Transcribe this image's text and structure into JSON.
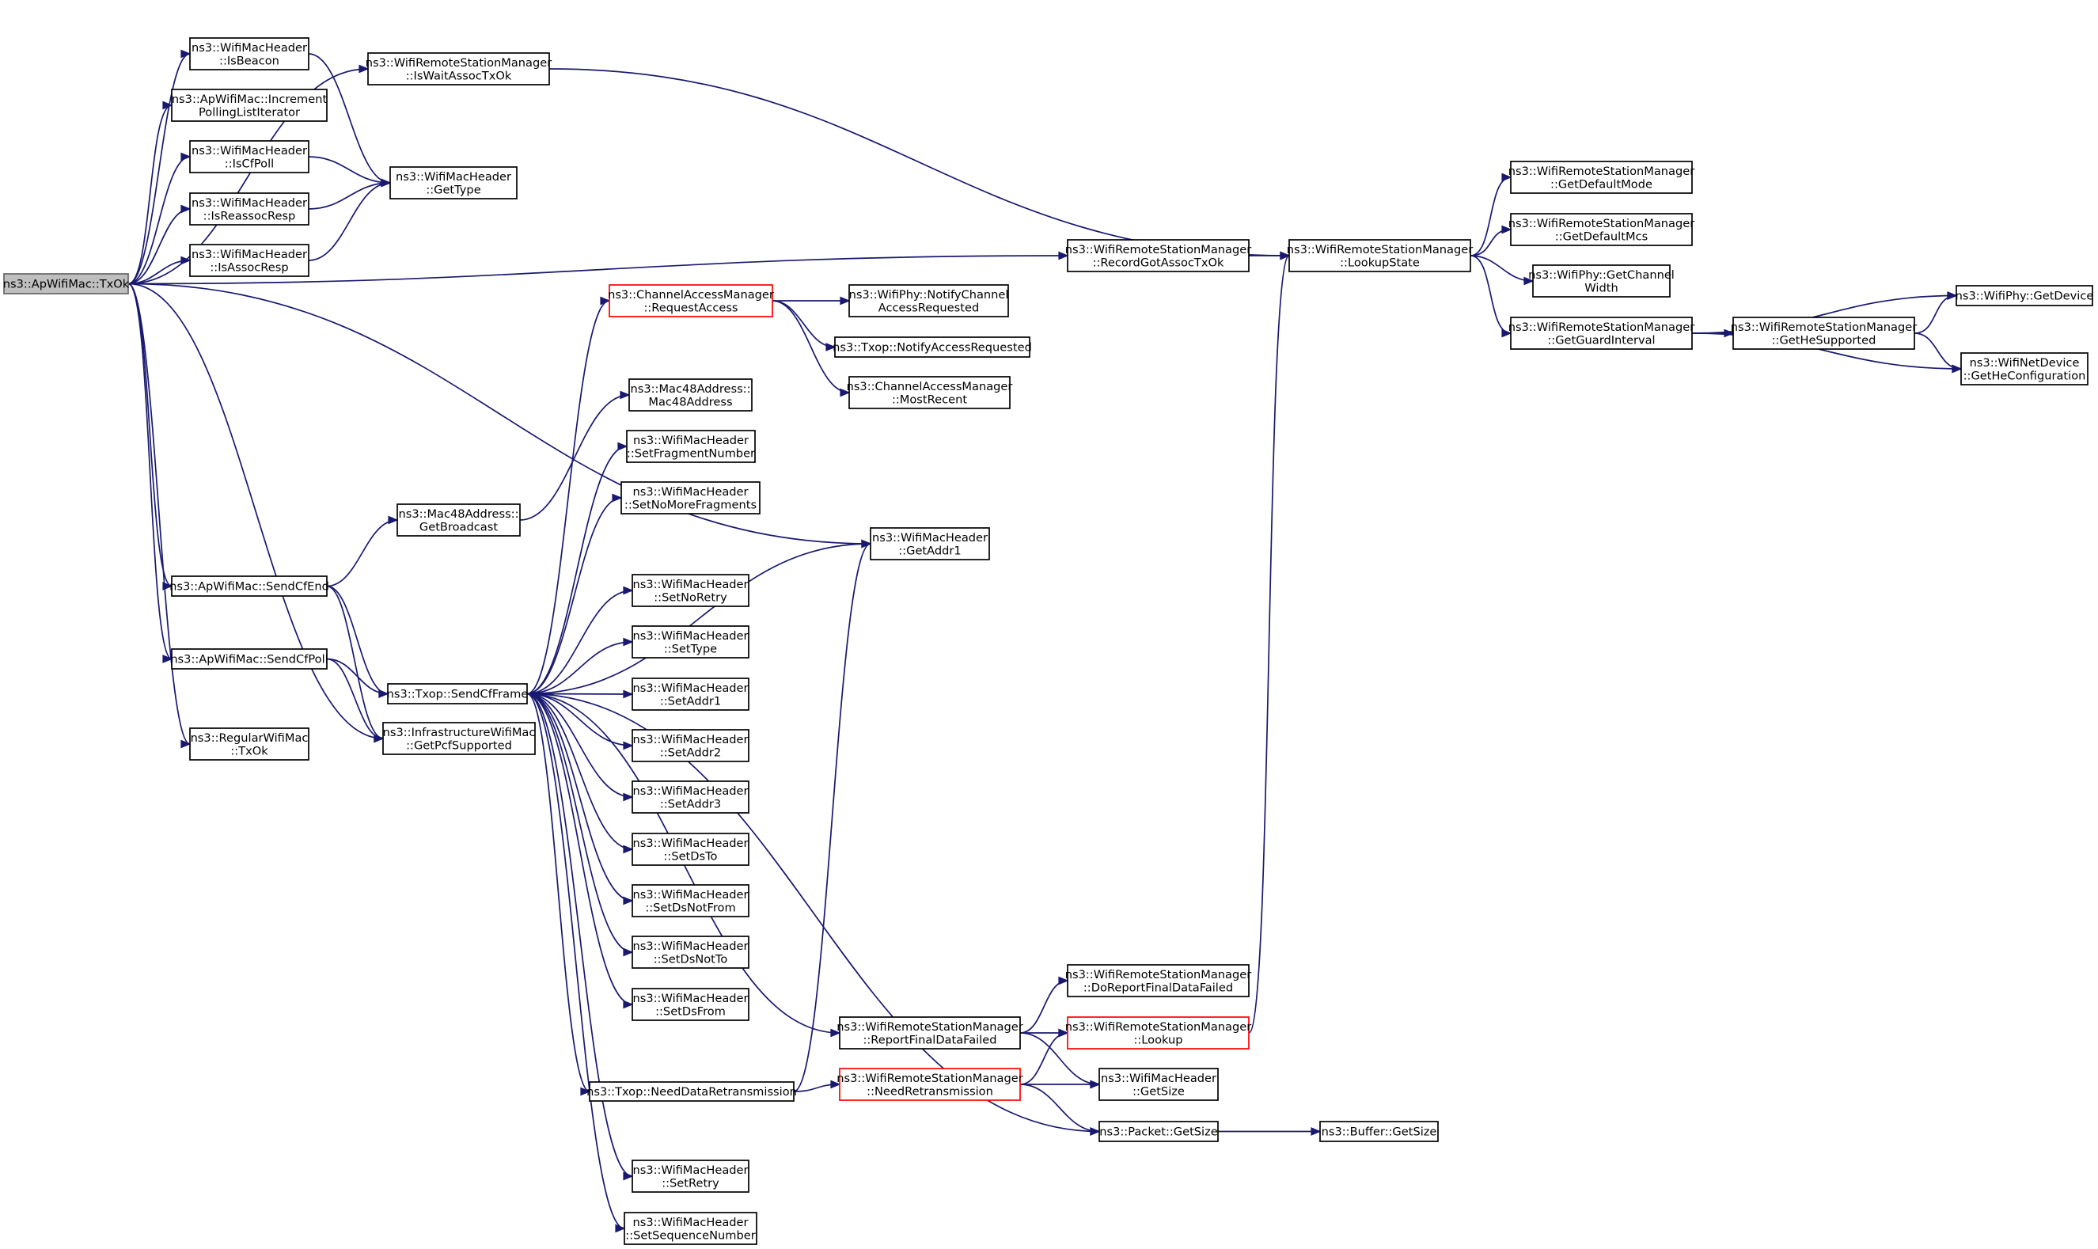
{
  "nodes": [
    {
      "id": "root",
      "lines": [
        "ns3::ApWifiMac::TxOk"
      ],
      "root": true
    },
    {
      "id": "isbeacon",
      "lines": [
        "ns3::WifiMacHeader",
        "::IsBeacon"
      ]
    },
    {
      "id": "incpoll",
      "lines": [
        "ns3::ApWifiMac::Increment",
        "PollingListIterator"
      ]
    },
    {
      "id": "iscfpoll",
      "lines": [
        "ns3::WifiMacHeader",
        "::IsCfPoll"
      ]
    },
    {
      "id": "isreassoc",
      "lines": [
        "ns3::WifiMacHeader",
        "::IsReassocResp"
      ]
    },
    {
      "id": "isassoc",
      "lines": [
        "ns3::WifiMacHeader",
        "::IsAssocResp"
      ]
    },
    {
      "id": "iswait",
      "lines": [
        "ns3::WifiRemoteStationManager",
        "::IsWaitAssocTxOk"
      ]
    },
    {
      "id": "gettype",
      "lines": [
        "ns3::WifiMacHeader",
        "::GetType"
      ]
    },
    {
      "id": "sendcfend",
      "lines": [
        "ns3::ApWifiMac::SendCfEnd"
      ]
    },
    {
      "id": "sendcfpoll",
      "lines": [
        "ns3::ApWifiMac::SendCfPoll"
      ]
    },
    {
      "id": "regtxok",
      "lines": [
        "ns3::RegularWifiMac",
        "::TxOk"
      ]
    },
    {
      "id": "getbcast",
      "lines": [
        "ns3::Mac48Address::",
        "GetBroadcast"
      ]
    },
    {
      "id": "sendcfframe",
      "lines": [
        "ns3::Txop::SendCfFrame"
      ]
    },
    {
      "id": "getpcf",
      "lines": [
        "ns3::InfrastructureWifiMac",
        "::GetPcfSupported"
      ]
    },
    {
      "id": "reqaccess",
      "lines": [
        "ns3::ChannelAccessManager",
        "::RequestAccess"
      ],
      "red": true
    },
    {
      "id": "mac48",
      "lines": [
        "ns3::Mac48Address::",
        "Mac48Address"
      ]
    },
    {
      "id": "setfrag",
      "lines": [
        "ns3::WifiMacHeader",
        "::SetFragmentNumber"
      ]
    },
    {
      "id": "setnomore",
      "lines": [
        "ns3::WifiMacHeader",
        "::SetNoMoreFragments"
      ]
    },
    {
      "id": "setnoretry",
      "lines": [
        "ns3::WifiMacHeader",
        "::SetNoRetry"
      ]
    },
    {
      "id": "settype",
      "lines": [
        "ns3::WifiMacHeader",
        "::SetType"
      ]
    },
    {
      "id": "setaddr1",
      "lines": [
        "ns3::WifiMacHeader",
        "::SetAddr1"
      ]
    },
    {
      "id": "setaddr2",
      "lines": [
        "ns3::WifiMacHeader",
        "::SetAddr2"
      ]
    },
    {
      "id": "setaddr3",
      "lines": [
        "ns3::WifiMacHeader",
        "::SetAddr3"
      ]
    },
    {
      "id": "setdsto",
      "lines": [
        "ns3::WifiMacHeader",
        "::SetDsTo"
      ]
    },
    {
      "id": "setdsnotfrom",
      "lines": [
        "ns3::WifiMacHeader",
        "::SetDsNotFrom"
      ]
    },
    {
      "id": "setdsnotto",
      "lines": [
        "ns3::WifiMacHeader",
        "::SetDsNotTo"
      ]
    },
    {
      "id": "setdsfrom",
      "lines": [
        "ns3::WifiMacHeader",
        "::SetDsFrom"
      ]
    },
    {
      "id": "needdataretx",
      "lines": [
        "ns3::Txop::NeedDataRetransmission"
      ]
    },
    {
      "id": "setretry",
      "lines": [
        "ns3::WifiMacHeader",
        "::SetRetry"
      ]
    },
    {
      "id": "setseq",
      "lines": [
        "ns3::WifiMacHeader",
        "::SetSequenceNumber"
      ]
    },
    {
      "id": "notifychan",
      "lines": [
        "ns3::WifiPhy::NotifyChannel",
        "AccessRequested"
      ]
    },
    {
      "id": "notifyaccess",
      "lines": [
        "ns3::Txop::NotifyAccessRequested"
      ]
    },
    {
      "id": "mostrecent",
      "lines": [
        "ns3::ChannelAccessManager",
        "::MostRecent"
      ]
    },
    {
      "id": "getaddr1",
      "lines": [
        "ns3::WifiMacHeader",
        "::GetAddr1"
      ]
    },
    {
      "id": "reportfinal",
      "lines": [
        "ns3::WifiRemoteStationManager",
        "::ReportFinalDataFailed"
      ]
    },
    {
      "id": "needretx",
      "lines": [
        "ns3::WifiRemoteStationManager",
        "::NeedRetransmission"
      ],
      "red": true
    },
    {
      "id": "recordgot",
      "lines": [
        "ns3::WifiRemoteStationManager",
        "::RecordGotAssocTxOk"
      ]
    },
    {
      "id": "doreport",
      "lines": [
        "ns3::WifiRemoteStationManager",
        "::DoReportFinalDataFailed"
      ]
    },
    {
      "id": "lookup",
      "lines": [
        "ns3::WifiRemoteStationManager",
        "::Lookup"
      ],
      "red": true
    },
    {
      "id": "getsizehdr",
      "lines": [
        "ns3::WifiMacHeader",
        "::GetSize"
      ]
    },
    {
      "id": "pktgetsize",
      "lines": [
        "ns3::Packet::GetSize"
      ]
    },
    {
      "id": "bufgetsize",
      "lines": [
        "ns3::Buffer::GetSize"
      ]
    },
    {
      "id": "lookupstate",
      "lines": [
        "ns3::WifiRemoteStationManager",
        "::LookupState"
      ]
    },
    {
      "id": "getdefmode",
      "lines": [
        "ns3::WifiRemoteStationManager",
        "::GetDefaultMode"
      ]
    },
    {
      "id": "getdefmcs",
      "lines": [
        "ns3::WifiRemoteStationManager",
        "::GetDefaultMcs"
      ]
    },
    {
      "id": "getchanwidth",
      "lines": [
        "ns3::WifiPhy::GetChannel",
        "Width"
      ]
    },
    {
      "id": "getguard",
      "lines": [
        "ns3::WifiRemoteStationManager",
        "::GetGuardInterval"
      ]
    },
    {
      "id": "gethesupp",
      "lines": [
        "ns3::WifiRemoteStationManager",
        "::GetHeSupported"
      ]
    },
    {
      "id": "getdevice",
      "lines": [
        "ns3::WifiPhy::GetDevice"
      ]
    },
    {
      "id": "gethecfg",
      "lines": [
        "ns3::WifiNetDevice",
        "::GetHeConfiguration"
      ]
    }
  ],
  "edges": [
    [
      "root",
      "isbeacon"
    ],
    [
      "root",
      "incpoll"
    ],
    [
      "root",
      "iscfpoll"
    ],
    [
      "root",
      "isreassoc"
    ],
    [
      "root",
      "isassoc"
    ],
    [
      "root",
      "iswait"
    ],
    [
      "root",
      "recordgot"
    ],
    [
      "root",
      "getaddr1"
    ],
    [
      "root",
      "sendcfend"
    ],
    [
      "root",
      "sendcfpoll"
    ],
    [
      "root",
      "getpcf"
    ],
    [
      "root",
      "regtxok"
    ],
    [
      "isbeacon",
      "gettype"
    ],
    [
      "iscfpoll",
      "gettype"
    ],
    [
      "isreassoc",
      "gettype"
    ],
    [
      "isassoc",
      "gettype"
    ],
    [
      "iswait",
      "lookupstate"
    ],
    [
      "recordgot",
      "lookupstate"
    ],
    [
      "sendcfend",
      "getbcast"
    ],
    [
      "sendcfend",
      "sendcfframe"
    ],
    [
      "sendcfend",
      "getpcf"
    ],
    [
      "sendcfpoll",
      "sendcfframe"
    ],
    [
      "sendcfpoll",
      "getpcf"
    ],
    [
      "getbcast",
      "mac48"
    ],
    [
      "sendcfframe",
      "reqaccess"
    ],
    [
      "sendcfframe",
      "setfrag"
    ],
    [
      "sendcfframe",
      "setnomore"
    ],
    [
      "sendcfframe",
      "getaddr1"
    ],
    [
      "sendcfframe",
      "setnoretry"
    ],
    [
      "sendcfframe",
      "settype"
    ],
    [
      "sendcfframe",
      "setaddr1"
    ],
    [
      "sendcfframe",
      "setaddr2"
    ],
    [
      "sendcfframe",
      "setaddr3"
    ],
    [
      "sendcfframe",
      "setdsto"
    ],
    [
      "sendcfframe",
      "setdsnotfrom"
    ],
    [
      "sendcfframe",
      "setdsnotto"
    ],
    [
      "sendcfframe",
      "setdsfrom"
    ],
    [
      "sendcfframe",
      "reportfinal"
    ],
    [
      "sendcfframe",
      "needdataretx"
    ],
    [
      "sendcfframe",
      "pktgetsize"
    ],
    [
      "sendcfframe",
      "setretry"
    ],
    [
      "sendcfframe",
      "setseq"
    ],
    [
      "reqaccess",
      "notifychan"
    ],
    [
      "reqaccess",
      "notifyaccess"
    ],
    [
      "reqaccess",
      "mostrecent"
    ],
    [
      "needdataretx",
      "getaddr1"
    ],
    [
      "needdataretx",
      "needretx"
    ],
    [
      "reportfinal",
      "doreport"
    ],
    [
      "reportfinal",
      "lookup"
    ],
    [
      "reportfinal",
      "getsizehdr"
    ],
    [
      "needretx",
      "lookup"
    ],
    [
      "needretx",
      "getsizehdr"
    ],
    [
      "needretx",
      "pktgetsize"
    ],
    [
      "lookup",
      "lookupstate"
    ],
    [
      "pktgetsize",
      "bufgetsize"
    ],
    [
      "lookupstate",
      "getdefmode"
    ],
    [
      "lookupstate",
      "getdefmcs"
    ],
    [
      "lookupstate",
      "getchanwidth"
    ],
    [
      "lookupstate",
      "getguard"
    ],
    [
      "getguard",
      "gethesupp"
    ],
    [
      "getguard",
      "getdevice"
    ],
    [
      "getguard",
      "gethecfg"
    ],
    [
      "gethesupp",
      "getdevice"
    ],
    [
      "gethesupp",
      "gethecfg"
    ]
  ]
}
